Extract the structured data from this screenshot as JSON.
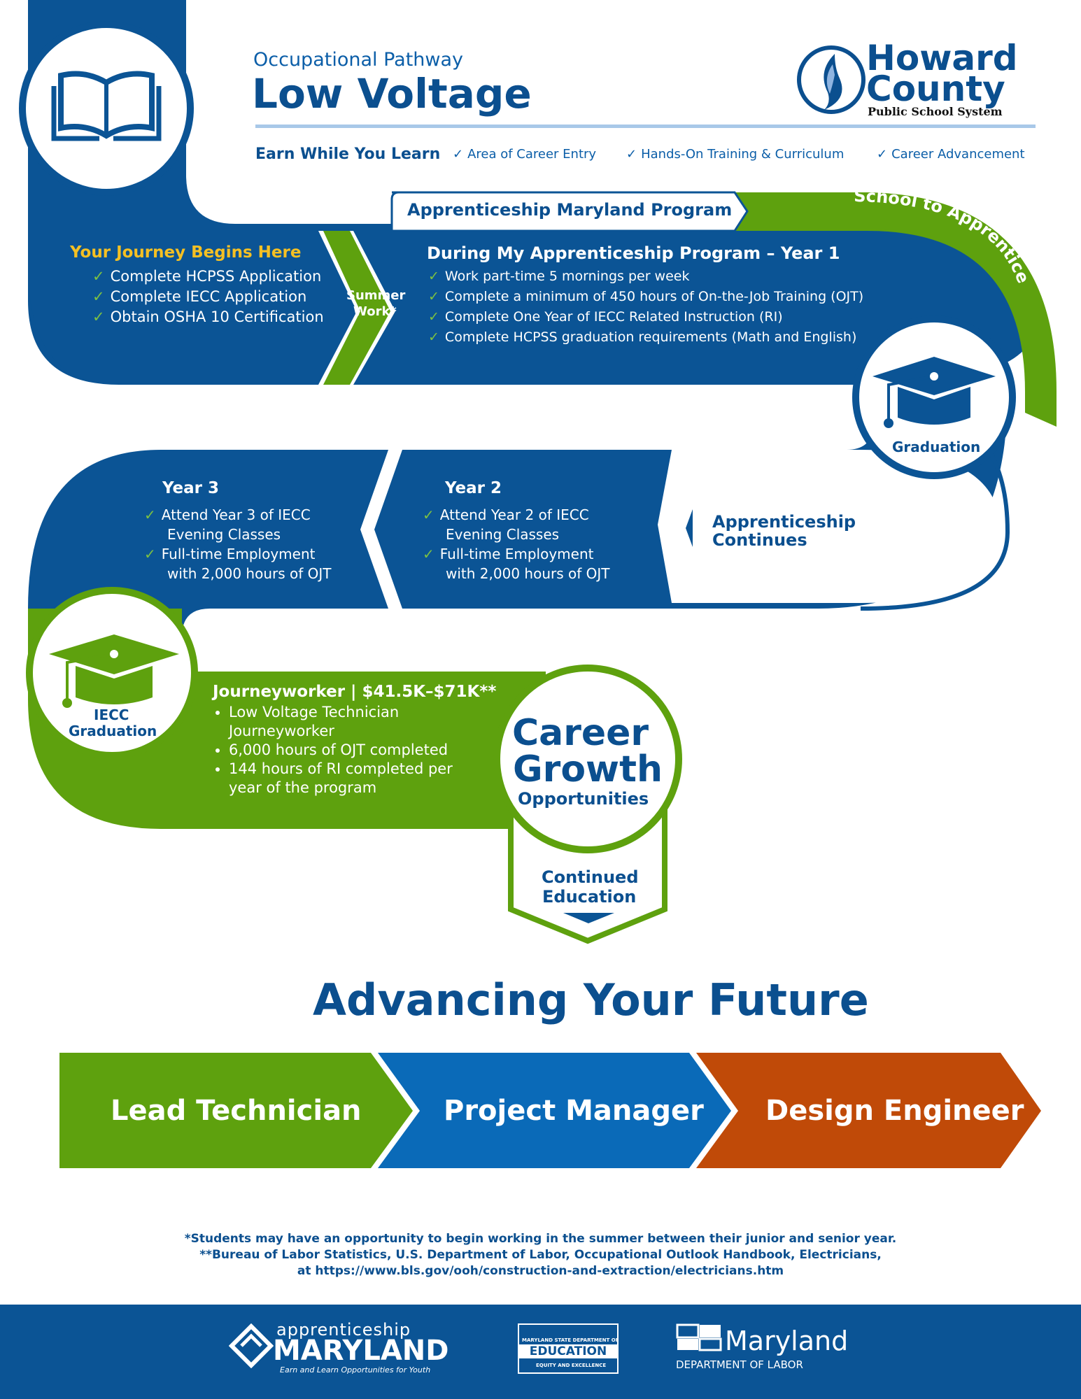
{
  "header": {
    "subtitle": "Occupational Pathway",
    "title": "Low Voltage",
    "logo": {
      "line1": "Howard",
      "line2": "County",
      "line3": "Public School System"
    },
    "tagline": "Earn While You Learn",
    "features": [
      "Area of Career Entry",
      "Hands-On Training & Curriculum",
      "Career Advancement"
    ]
  },
  "program_banner": "Apprenticeship Maryland Program",
  "school_to_apprentice": "School to Apprentice",
  "journey": {
    "title": "Your Journey Begins Here",
    "items": [
      "Complete HCPSS Application",
      "Complete IECC Application",
      "Obtain OSHA 10 Certification"
    ]
  },
  "summer_work": {
    "line1": "Summer",
    "line2": "Work*"
  },
  "year1": {
    "title": "During My Apprenticeship Program – Year 1",
    "items": [
      "Work part-time 5 mornings per week",
      "Complete a minimum of 450 hours of On-the-Job Training (OJT)",
      "Complete One Year of IECC Related Instruction (RI)",
      "Complete HCPSS graduation requirements (Math and English)"
    ]
  },
  "graduation_label": "Graduation",
  "year2": {
    "title": "Year 2",
    "items": [
      {
        "line1": "Attend Year 2 of IECC",
        "line2": "Evening Classes"
      },
      {
        "line1": "Full-time Employment",
        "line2": "with 2,000 hours of OJT"
      }
    ]
  },
  "year3": {
    "title": "Year 3",
    "items": [
      {
        "line1": "Attend Year 3 of IECC",
        "line2": "Evening Classes"
      },
      {
        "line1": "Full-time Employment",
        "line2": "with 2,000 hours of OJT"
      }
    ]
  },
  "apprenticeship_continues": {
    "line1": "Apprenticeship",
    "line2": "Continues"
  },
  "iecc_graduation": {
    "line1": "IECC",
    "line2": "Graduation"
  },
  "journeyworker": {
    "title": "Journeyworker | $41.5K–$71K**",
    "items": [
      {
        "line1": "Low Voltage Technician",
        "line2": "Journeyworker"
      },
      {
        "line1": "6,000 hours of OJT completed",
        "line2": ""
      },
      {
        "line1": "144 hours of RI completed per",
        "line2": "year of the program"
      }
    ]
  },
  "career_growth": {
    "line1": "Career",
    "line2": "Growth",
    "line3": "Opportunities"
  },
  "continued_education": {
    "line1": "Continued",
    "line2": "Education"
  },
  "advancing": {
    "title": "Advancing Your Future",
    "steps": [
      {
        "label": "Lead Technician",
        "color": "#5ea10e"
      },
      {
        "label": "Project Manager",
        "color": "#0a6ab8"
      },
      {
        "label": "Design Engineer",
        "color": "#c04a08"
      }
    ]
  },
  "footnotes": [
    "*Students may have an opportunity to begin working in the summer between their junior and senior year.",
    "**Bureau of Labor Statistics, U.S. Department of Labor, Occupational Outlook Handbook, Electricians,",
    "at https://www.bls.gov/ooh/construction-and-extraction/electricians.htm"
  ],
  "footer": {
    "apprenticeship_md": {
      "top": "apprenticeship",
      "main": "MARYLAND",
      "sub": "Earn and Learn Opportunities for Youth"
    },
    "msde": {
      "top": "MARYLAND STATE DEPARTMENT OF",
      "main": "EDUCATION",
      "sub": "EQUITY AND EXCELLENCE"
    },
    "labor": {
      "main": "Maryland",
      "sub": "DEPARTMENT OF LABOR"
    }
  },
  "colors": {
    "blue": "#0b5495",
    "dark_blue": "#0b4f8f",
    "green": "#5ea10e",
    "gold": "#f5c023",
    "footer": "#0b5495"
  }
}
